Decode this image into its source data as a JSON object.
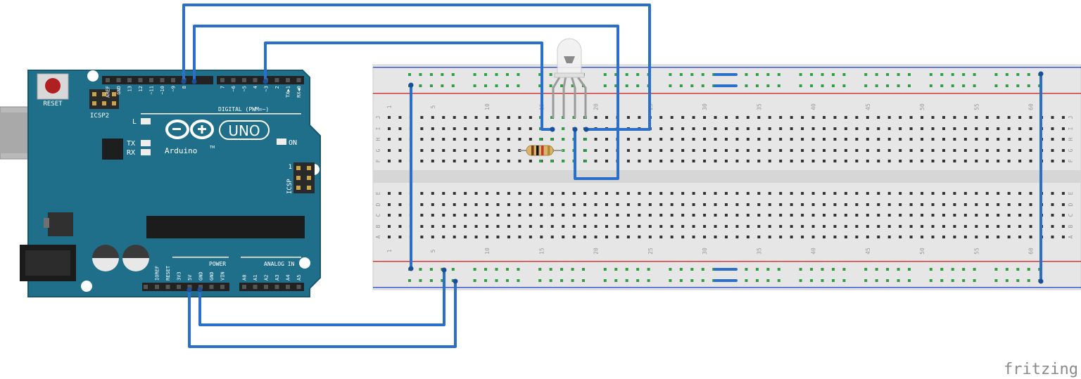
{
  "arduino": {
    "reset_label": "RESET",
    "icsp2_label": "ICSP2",
    "icsp_label": "ICSP",
    "icsp_pin1_label": "1",
    "brand_label": "Arduino",
    "trademark": "TM",
    "model_label": "UNO",
    "digital_label": "DIGITAL (PWM=~)",
    "led_labels": [
      "L",
      "TX",
      "RX"
    ],
    "on_label": "ON",
    "power_label": "POWER",
    "analog_label": "ANALOG IN",
    "digital_pins_left": [
      "AREF",
      "GND",
      "13",
      "12",
      "~11",
      "~10",
      "~9",
      "8"
    ],
    "digital_pins_right": [
      "7",
      "~6",
      "~5",
      "4",
      "~3",
      "2",
      "TX▶1",
      "RX◀0"
    ],
    "power_pins": [
      "IOREF",
      "RESET",
      "3V3",
      "5V",
      "GND",
      "GND",
      "VIN"
    ],
    "analog_pins": [
      "A0",
      "A1",
      "A2",
      "A3",
      "A4",
      "A5"
    ]
  },
  "breadboard": {
    "column_numbers": [
      "1",
      "5",
      "10",
      "15",
      "20",
      "25",
      "30",
      "35",
      "40",
      "45",
      "50",
      "55",
      "60"
    ],
    "row_letters_top": [
      "J",
      "I",
      "H",
      "G",
      "F"
    ],
    "row_letters_bottom": [
      "E",
      "D",
      "C",
      "B",
      "A"
    ]
  },
  "footer": {
    "logo_text": "fritzing"
  },
  "colors": {
    "board": "#1f6f8b",
    "board_edge": "#17586f",
    "wire": "#2a6fc9",
    "wire_dark": "#1b4f99",
    "breadboard": "#e6e6e6",
    "rail_red": "#d33a3a",
    "rail_blue": "#3a5bd3",
    "hole": "#333333",
    "hole_connected": "#2f9e44"
  }
}
